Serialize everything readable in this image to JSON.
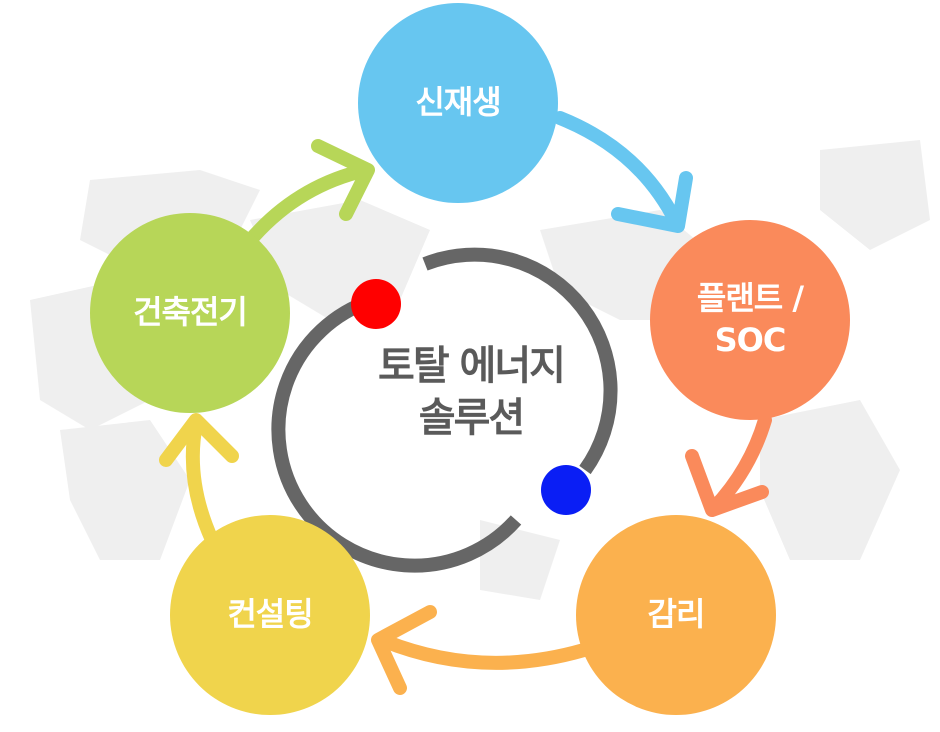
{
  "center": {
    "line1": "토탈 에너지",
    "line2": "솔루션"
  },
  "nodes": [
    {
      "label": "신재생",
      "color": "#67c6f0"
    },
    {
      "label": "플랜트 /",
      "label2": "SOC",
      "color": "#fa8a5b"
    },
    {
      "label": "감리",
      "color": "#fbb14e"
    },
    {
      "label": "컨설팅",
      "color": "#f0d44c"
    },
    {
      "label": "건축전기",
      "color": "#b7d658"
    }
  ],
  "colors": {
    "ring": "#666666",
    "dot_red": "#ff0000",
    "dot_blue": "#0a1ef5",
    "map": "#eeeeee"
  }
}
